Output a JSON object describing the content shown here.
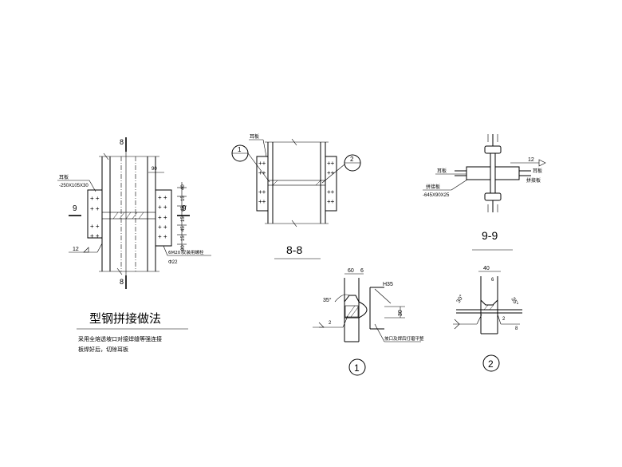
{
  "title": "型钢拼接做法",
  "notes": [
    "采用全熔透坡口对接焊缝等强连接",
    "板焊好后，切除耳板"
  ],
  "labels": {
    "section_8_a": "8",
    "section_8_b": "8",
    "section_9_a": "9",
    "section_9_b": "9",
    "view_8_8": "8-8",
    "view_9_9": "9-9",
    "ear_plate_left": "耳板",
    "ear_plate_spec": "-250X105X30",
    "ear_plate_mid": "耳板",
    "ear_plate_right": "耳板",
    "ear_plate_right2": "耳板",
    "ear_plate_spec_right": "-645X90X25",
    "pointer_plate": "拼接板",
    "weld_12_left": "12",
    "weld_12_right": "12",
    "bolt_note": "6M20 安装用螺栓",
    "bolt_hole": "Φ22",
    "callout_1_in_88": "1",
    "callout_2_in_88": "2",
    "detail_1": "1",
    "detail_2": "2",
    "d1_dim_top": "60",
    "d1_dim_6": "6",
    "d1_h35": "H35",
    "d1_angle": "35°",
    "d1_dim_30": "30",
    "d1_dim_2": "2",
    "d1_note": "坡口及焊后打磨平整",
    "d2_dim_top": "40",
    "d2_dim_6": "6",
    "d2_angle_l": "30°",
    "d2_angle_r": "35°",
    "d2_dim_8": "8",
    "d2_dim_2": "2"
  },
  "dims_right": [
    "90",
    "40",
    "15",
    "45",
    "15",
    "45",
    "15",
    "90"
  ]
}
